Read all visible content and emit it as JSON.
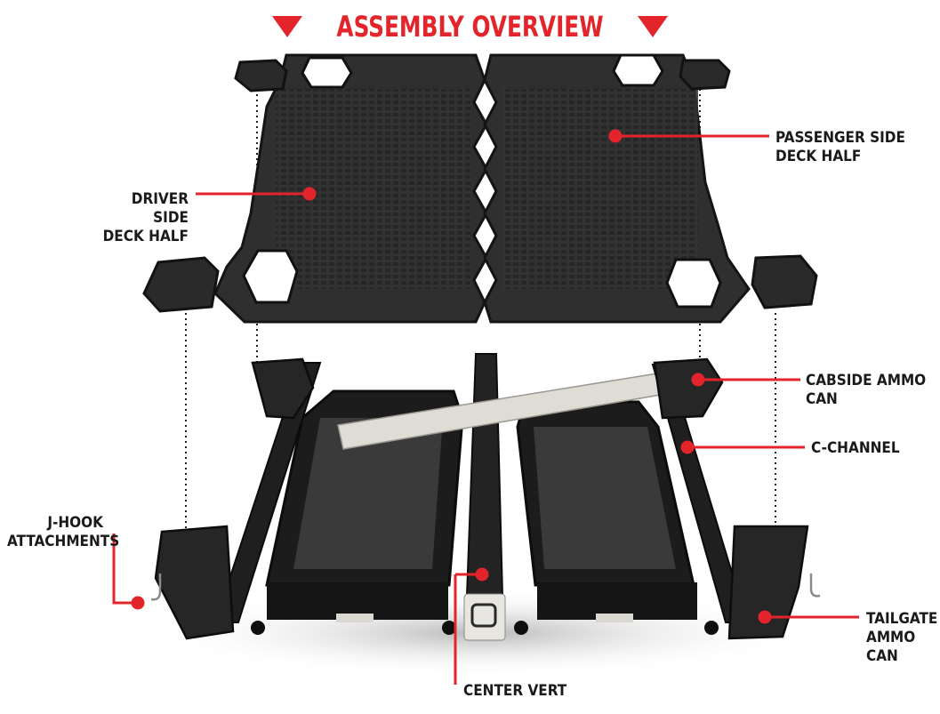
{
  "title": "ASSEMBLY OVERVIEW",
  "labels": {
    "driver_deck": "DRIVER SIDE\nDECK HALF",
    "passenger_deck": "PASSENGER SIDE\nDECK HALF",
    "cabside_ammo": "CABSIDE AMMO CAN",
    "c_channel": "C-CHANNEL",
    "j_hook": "J-HOOK\nATTACHMENTS",
    "tailgate_ammo": "TAILGATE\nAMMO CAN",
    "center_vert": "CENTER VERT"
  },
  "colors": {
    "accent": "#e3242b",
    "part": "#2e2e2e",
    "part_dark": "#161616",
    "rail": "#d9d7cf"
  },
  "icons": {
    "title_markers": "triangle-down-icon"
  }
}
